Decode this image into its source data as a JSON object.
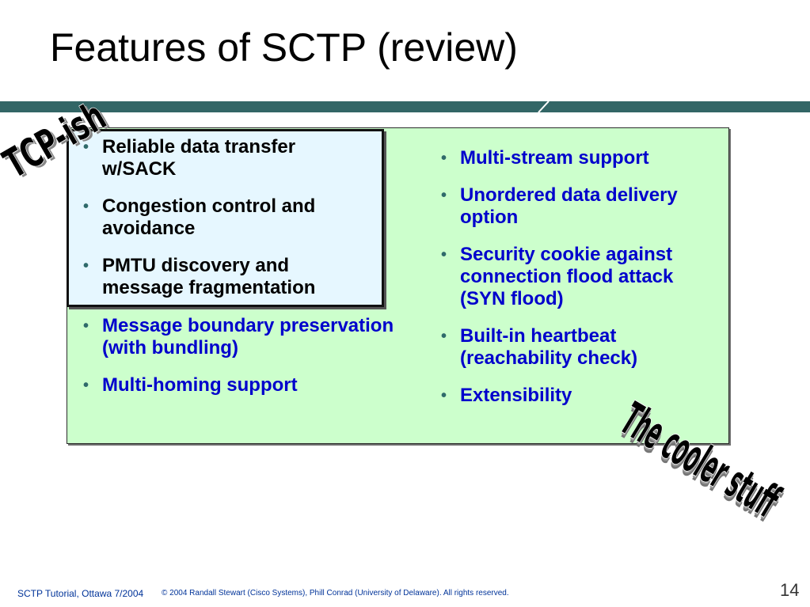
{
  "slide": {
    "title": "Features of SCTP (review)",
    "colors": {
      "title_bar": "#336666",
      "green_panel": "#ccffcc",
      "blue_panel": "#e6f7ff",
      "blue_text": "#0000cc",
      "bullet": "#2f6a6a"
    }
  },
  "tcp_box": {
    "label": "TCP-ish",
    "items": [
      {
        "text": "Reliable data transfer w/SACK"
      },
      {
        "text": "Congestion control and avoidance"
      },
      {
        "text": "PMTU discovery and message fragmentation"
      }
    ]
  },
  "lower_left": {
    "items": [
      {
        "text": "Message boundary preservation (with bundling)"
      },
      {
        "text": "Multi-homing support"
      }
    ]
  },
  "right_column": {
    "items": [
      {
        "text": "Multi-stream support"
      },
      {
        "text": "Unordered data delivery option"
      },
      {
        "text": "Security cookie against connection flood attack (SYN flood)"
      },
      {
        "text": "Built-in heartbeat (reachability check)"
      },
      {
        "text": "Extensibility"
      }
    ]
  },
  "cooler_label": "The cooler stuff",
  "bullet_glyph": "•",
  "footer": {
    "left": "SCTP Tutorial, Ottawa 7/2004",
    "copyright": "© 2004 Randall Stewart (Cisco Systems), Phill Conrad (University of Delaware). All rights reserved.",
    "page": "14"
  }
}
